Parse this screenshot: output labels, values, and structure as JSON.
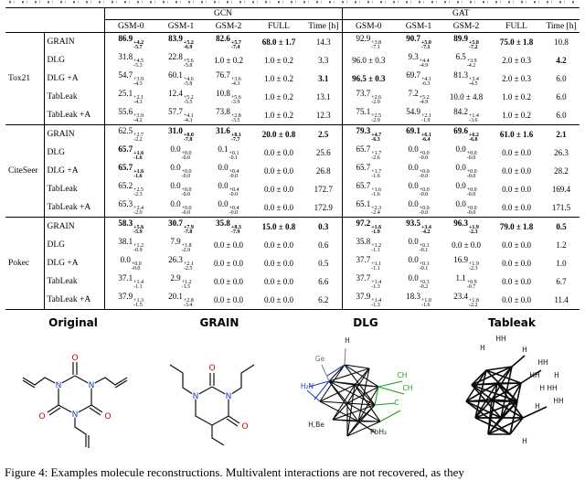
{
  "table": {
    "groups": [
      "GCN",
      "GAT"
    ],
    "subheaders": [
      "GSM-0",
      "GSM-1",
      "GSM-2",
      "FULL",
      "Time [h]"
    ],
    "blocks": [
      {
        "dataset": "Tox21",
        "rows": [
          {
            "m": "GRAIN",
            "gcn": [
              {
                "v": "86.9",
                "u": "+4.2",
                "d": "-5.7",
                "b": true
              },
              {
                "v": "83.9",
                "u": "+5.2",
                "d": "-6.9",
                "b": true
              },
              {
                "v": "82.6",
                "u": "+5.7",
                "d": "-7.4",
                "b": true
              },
              {
                "v": "68.0",
                "pm": "1.7",
                "b": true
              },
              {
                "v": "14.3"
              }
            ],
            "gat": [
              {
                "v": "92.9",
                "u": "+3.8",
                "d": "-7.1"
              },
              {
                "v": "90.7",
                "u": "+5.0",
                "d": "-7.1",
                "b": true
              },
              {
                "v": "89.9",
                "u": "+5.8",
                "d": "-7.2",
                "b": true
              },
              {
                "v": "75.0",
                "pm": "1.8",
                "b": true
              },
              {
                "v": "10.8"
              }
            ]
          },
          {
            "m": "DLG",
            "gcn": [
              {
                "v": "31.8",
                "u": "+4.5",
                "d": "-5.3"
              },
              {
                "v": "22.8",
                "u": "+5.6",
                "d": "-5.8"
              },
              {
                "v": "1.0",
                "pm": "0.2"
              },
              {
                "v": "1.0",
                "pm": "0.2"
              },
              {
                "v": "3.3"
              }
            ],
            "gat": [
              {
                "v": "96.0",
                "pm": "0.3"
              },
              {
                "v": "9.3",
                "u": "+4.4",
                "d": "-4.9"
              },
              {
                "v": "6.5",
                "u": "+3.9",
                "d": "-4.2"
              },
              {
                "v": "2.0",
                "pm": "0.3"
              },
              {
                "v": "4.2",
                "b": true
              }
            ]
          },
          {
            "m": "DLG +A",
            "gcn": [
              {
                "v": "54.7",
                "u": "+3.9",
                "d": "-4.3"
              },
              {
                "v": "60.1",
                "u": "+4.6",
                "d": "-5.8"
              },
              {
                "v": "76.7",
                "u": "+3.6",
                "d": "-4.3"
              },
              {
                "v": "1.0",
                "pm": "0.2"
              },
              {
                "v": "3.1",
                "b": true
              }
            ],
            "gat": [
              {
                "v": "96.5",
                "pm": "0.3",
                "b": true
              },
              {
                "v": "69.7",
                "u": "+4.1",
                "d": "-6.3"
              },
              {
                "v": "81.3",
                "u": "+3.4",
                "d": "-4.5"
              },
              {
                "v": "2.0",
                "pm": "0.3"
              },
              {
                "v": "6.0"
              }
            ]
          },
          {
            "m": "TabLeak",
            "gcn": [
              {
                "v": "25.1",
                "u": "+2.1",
                "d": "-4.3"
              },
              {
                "v": "12.4",
                "u": "+5.2",
                "d": "-5.5"
              },
              {
                "v": "10.8",
                "u": "+5.6",
                "d": "-3.9"
              },
              {
                "v": "1.0",
                "pm": "0.2"
              },
              {
                "v": "13.1"
              }
            ],
            "gat": [
              {
                "v": "73.7",
                "u": "+2.6",
                "d": "-2.0"
              },
              {
                "v": "7.2",
                "u": "+5.2",
                "d": "-4.9"
              },
              {
                "v": "10.0",
                "pm": "4.8"
              },
              {
                "v": "1.0",
                "pm": "0.2"
              },
              {
                "v": "6.0"
              }
            ]
          },
          {
            "m": "TabLeak +A",
            "gcn": [
              {
                "v": "55.6",
                "u": "+3.9",
                "d": "-4.2"
              },
              {
                "v": "57.7",
                "u": "+4.1",
                "d": "-4.3"
              },
              {
                "v": "73.8",
                "u": "+2.8",
                "d": "-3.5"
              },
              {
                "v": "1.0",
                "pm": "0.2"
              },
              {
                "v": "12.3"
              }
            ],
            "gat": [
              {
                "v": "75.1",
                "u": "+2.5",
                "d": "-2.9"
              },
              {
                "v": "54.9",
                "u": "+2.1",
                "d": "-1.9"
              },
              {
                "v": "84.2",
                "u": "+1.4",
                "d": "-3.6"
              },
              {
                "v": "1.0",
                "pm": "0.2"
              },
              {
                "v": "6.0"
              }
            ]
          }
        ]
      },
      {
        "dataset": "CiteSeer",
        "rows": [
          {
            "m": "GRAIN",
            "gcn": [
              {
                "v": "62.5",
                "u": "+2.7",
                "d": "-2.2"
              },
              {
                "v": "31.0",
                "u": "+8.0",
                "d": "-7.8",
                "b": true
              },
              {
                "v": "31.6",
                "u": "+8.1",
                "d": "-7.7",
                "b": true
              },
              {
                "v": "20.0",
                "pm": "0.8",
                "b": true
              },
              {
                "v": "2.5",
                "b": true
              }
            ],
            "gat": [
              {
                "v": "79.3",
                "u": "+4.7",
                "d": "-6.3",
                "b": true
              },
              {
                "v": "69.1",
                "u": "+6.1",
                "d": "-6.4",
                "b": true
              },
              {
                "v": "69.6",
                "u": "+6.2",
                "d": "-6.0",
                "b": true
              },
              {
                "v": "61.0",
                "pm": "1.6",
                "b": true
              },
              {
                "v": "2.1",
                "b": true
              }
            ]
          },
          {
            "m": "DLG",
            "gcn": [
              {
                "v": "65.7",
                "u": "+1.6",
                "d": "-1.6",
                "b": true
              },
              {
                "v": "0.0",
                "u": "+0.0",
                "d": "-0.0"
              },
              {
                "v": "0.1",
                "u": "+0.1",
                "d": "-0.1"
              },
              {
                "v": "0.0",
                "pm": "0.0"
              },
              {
                "v": "25.6"
              }
            ],
            "gat": [
              {
                "v": "65.7",
                "u": "+1.7",
                "d": "-2.6"
              },
              {
                "v": "0.0",
                "u": "+0.0",
                "d": "-0.0"
              },
              {
                "v": "0.0",
                "u": "+0.0",
                "d": "-0.0"
              },
              {
                "v": "0.0",
                "pm": "0.0"
              },
              {
                "v": "26.3"
              }
            ]
          },
          {
            "m": "DLG +A",
            "gcn": [
              {
                "v": "65.7",
                "u": "+1.6",
                "d": "-1.6",
                "b": true
              },
              {
                "v": "0.0",
                "u": "+0.0",
                "d": "-0.0"
              },
              {
                "v": "0.0",
                "u": "+0.4",
                "d": "-0.0"
              },
              {
                "v": "0.0",
                "pm": "0.0"
              },
              {
                "v": "26.8"
              }
            ],
            "gat": [
              {
                "v": "65.7",
                "u": "+1.7",
                "d": "-1.6"
              },
              {
                "v": "0.0",
                "u": "+0.0",
                "d": "-0.0"
              },
              {
                "v": "0.0",
                "u": "+0.0",
                "d": "-0.0"
              },
              {
                "v": "0.0",
                "pm": "0.0"
              },
              {
                "v": "28.2"
              }
            ]
          },
          {
            "m": "TabLeak",
            "gcn": [
              {
                "v": "65.2",
                "u": "+2.5",
                "d": "-2.3"
              },
              {
                "v": "0.0",
                "u": "+0.0",
                "d": "-0.0"
              },
              {
                "v": "0.0",
                "u": "+0.4",
                "d": "-0.0"
              },
              {
                "v": "0.0",
                "pm": "0.0"
              },
              {
                "v": "172.7"
              }
            ],
            "gat": [
              {
                "v": "65.7",
                "u": "+1.6",
                "d": "-1.6"
              },
              {
                "v": "0.0",
                "u": "+0.0",
                "d": "-0.0"
              },
              {
                "v": "0.0",
                "u": "+0.0",
                "d": "-0.0"
              },
              {
                "v": "0.0",
                "pm": "0.0"
              },
              {
                "v": "169.4"
              }
            ]
          },
          {
            "m": "TabLeak +A",
            "gcn": [
              {
                "v": "65.3",
                "u": "+2.4",
                "d": "-2.0"
              },
              {
                "v": "0.0",
                "u": "+0.0",
                "d": "-0.0"
              },
              {
                "v": "0.0",
                "u": "+0.4",
                "d": "-0.0"
              },
              {
                "v": "0.0",
                "pm": "0.0"
              },
              {
                "v": "172.9"
              }
            ],
            "gat": [
              {
                "v": "65.1",
                "u": "+2.3",
                "d": "-2.4"
              },
              {
                "v": "0.0",
                "u": "+0.0",
                "d": "-0.0"
              },
              {
                "v": "0.0",
                "u": "+0.0",
                "d": "-0.0"
              },
              {
                "v": "0.0",
                "pm": "0.0"
              },
              {
                "v": "171.5"
              }
            ]
          }
        ]
      },
      {
        "dataset": "Pokec",
        "rows": [
          {
            "m": "GRAIN",
            "gcn": [
              {
                "v": "58.3",
                "u": "+5.6",
                "d": "-5.9",
                "b": true
              },
              {
                "v": "30.7",
                "u": "+7.9",
                "d": "-7.8",
                "b": true
              },
              {
                "v": "35.8",
                "u": "+8.3",
                "d": "-7.9",
                "b": true
              },
              {
                "v": "15.0",
                "pm": "0.8",
                "b": true
              },
              {
                "v": "0.3",
                "b": true
              }
            ],
            "gat": [
              {
                "v": "97.2",
                "u": "+1.6",
                "d": "-1.9",
                "b": true
              },
              {
                "v": "93.5",
                "u": "+3.4",
                "d": "-4.2",
                "b": true
              },
              {
                "v": "96.3",
                "u": "+1.9",
                "d": "-2.3",
                "b": true
              },
              {
                "v": "79.0",
                "pm": "1.8",
                "b": true
              },
              {
                "v": "0.5",
                "b": true
              }
            ]
          },
          {
            "m": "DLG",
            "gcn": [
              {
                "v": "38.1",
                "u": "+1.2",
                "d": "-0.9"
              },
              {
                "v": "7.9",
                "u": "+1.8",
                "d": "-2.9"
              },
              {
                "v": "0.0",
                "pm": "0.0"
              },
              {
                "v": "0.0",
                "pm": "0.0"
              },
              {
                "v": "0.6"
              }
            ],
            "gat": [
              {
                "v": "35.8",
                "u": "+1.2",
                "d": "-1.1"
              },
              {
                "v": "0.0",
                "u": "+0.1",
                "d": "-0.1"
              },
              {
                "v": "0.0",
                "pm": "0.0"
              },
              {
                "v": "0.0",
                "pm": "0.0"
              },
              {
                "v": "1.2"
              }
            ]
          },
          {
            "m": "DLG +A",
            "gcn": [
              {
                "v": "0.0",
                "u": "+0.0",
                "d": "-0.0"
              },
              {
                "v": "26.3",
                "u": "+2.1",
                "d": "-2.5"
              },
              {
                "v": "0.0",
                "pm": "0.0"
              },
              {
                "v": "0.0",
                "pm": "0.0"
              },
              {
                "v": "0.5"
              }
            ],
            "gat": [
              {
                "v": "37.7",
                "u": "+1.1",
                "d": "-1.1"
              },
              {
                "v": "0.0",
                "u": "+0.1",
                "d": "-0.1"
              },
              {
                "v": "16.9",
                "u": "+1.9",
                "d": "-2.3"
              },
              {
                "v": "0.0",
                "pm": "0.0"
              },
              {
                "v": "1.0"
              }
            ]
          },
          {
            "m": "TabLeak",
            "gcn": [
              {
                "v": "37.1",
                "u": "+1.4",
                "d": "-1.1"
              },
              {
                "v": "2.9",
                "u": "+1.2",
                "d": "-1.5"
              },
              {
                "v": "0.0",
                "pm": "0.0"
              },
              {
                "v": "0.0",
                "pm": "0.0"
              },
              {
                "v": "6.6"
              }
            ],
            "gat": [
              {
                "v": "37.7",
                "u": "+1.4",
                "d": "-1.3"
              },
              {
                "v": "0.0",
                "u": "+0.3",
                "d": "-0.2"
              },
              {
                "v": "1.1",
                "u": "+0.9",
                "d": "-0.7"
              },
              {
                "v": "0.0",
                "pm": "0.0"
              },
              {
                "v": "6.7"
              }
            ]
          },
          {
            "m": "TabLeak +A",
            "gcn": [
              {
                "v": "37.9",
                "u": "+1.3",
                "d": "-1.5"
              },
              {
                "v": "20.1",
                "u": "+2.8",
                "d": "-3.4"
              },
              {
                "v": "0.0",
                "pm": "0.0"
              },
              {
                "v": "0.0",
                "pm": "0.0"
              },
              {
                "v": "6.2"
              }
            ],
            "gat": [
              {
                "v": "37.9",
                "u": "+1.4",
                "d": "-1.3"
              },
              {
                "v": "18.3",
                "u": "+1.0",
                "d": "-1.6"
              },
              {
                "v": "23.4",
                "u": "+1.8",
                "d": "-2.2"
              },
              {
                "v": "0.0",
                "pm": "0.0"
              },
              {
                "v": "11.4"
              }
            ]
          }
        ]
      }
    ]
  },
  "figure": {
    "panel_labels": [
      "Original",
      "GRAIN",
      "DLG",
      "Tableak"
    ],
    "original_atoms": [
      {
        "t": "O",
        "c": "#cc0000"
      },
      {
        "t": "O",
        "c": "#cc0000"
      },
      {
        "t": "O",
        "c": "#cc0000"
      },
      {
        "t": "N",
        "c": "#2040cc"
      },
      {
        "t": "N",
        "c": "#2040cc"
      },
      {
        "t": "N",
        "c": "#2040cc"
      }
    ],
    "grain_atoms": [
      {
        "t": "O",
        "c": "#cc0000"
      },
      {
        "t": "O",
        "c": "#cc0000"
      },
      {
        "t": "N",
        "c": "#2040cc"
      },
      {
        "t": "N",
        "c": "#2040cc"
      }
    ],
    "dlg_labels": [
      {
        "t": "H",
        "c": "#222222"
      },
      {
        "t": "Ge",
        "c": "#777777"
      },
      {
        "t": "H₂N",
        "c": "#2040cc"
      },
      {
        "t": "CH",
        "c": "#18a018"
      },
      {
        "t": "CH",
        "c": "#18a018"
      },
      {
        "t": "C",
        "c": "#18a018"
      },
      {
        "t": "PbH₂",
        "c": "#222222"
      },
      {
        "t": "H,Be",
        "c": "#222222"
      }
    ],
    "tableak_labels": [
      {
        "t": "HH",
        "c": "#111111"
      },
      {
        "t": "H",
        "c": "#111111"
      },
      {
        "t": "H",
        "c": "#111111"
      },
      {
        "t": "HH",
        "c": "#111111"
      },
      {
        "t": "H",
        "c": "#111111"
      },
      {
        "t": "HH",
        "c": "#111111"
      },
      {
        "t": "H HH",
        "c": "#111111"
      },
      {
        "t": "HH",
        "c": "#111111"
      },
      {
        "t": "H",
        "c": "#111111"
      },
      {
        "t": "H",
        "c": "#111111"
      }
    ]
  },
  "caption": "Figure 4: Examples molecule reconstructions. Multivalent interactions are not recovered, as they"
}
